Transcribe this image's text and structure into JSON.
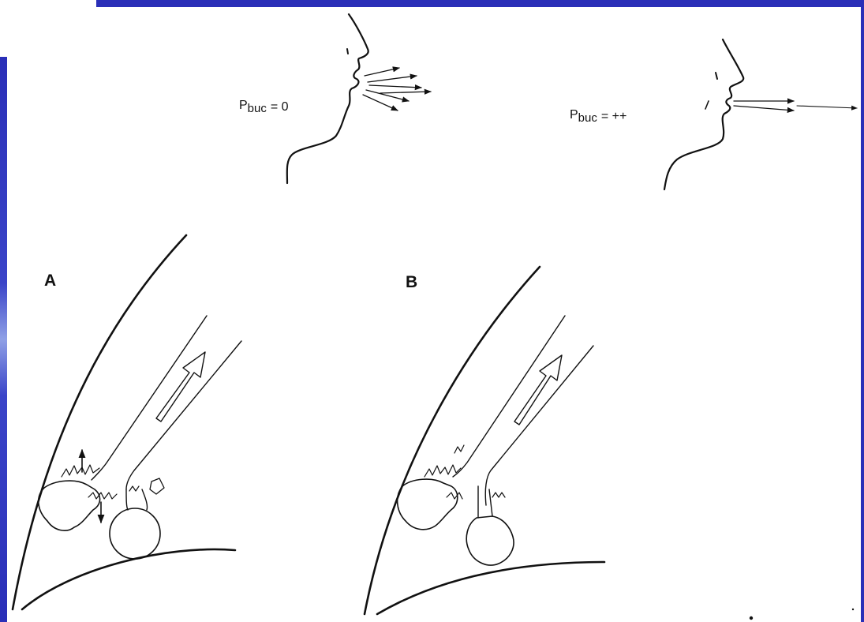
{
  "top_left": {
    "label_main": "P",
    "label_sub": "buc",
    "label_value": "= 0"
  },
  "top_right": {
    "label_main": "P",
    "label_sub": "buc",
    "label_value": "= ++"
  },
  "panel_a": {
    "letter": "A"
  },
  "panel_b": {
    "letter": "B"
  },
  "colors": {
    "frame": "#2a2fb8",
    "ink": "#111111",
    "background": "#ffffff"
  }
}
